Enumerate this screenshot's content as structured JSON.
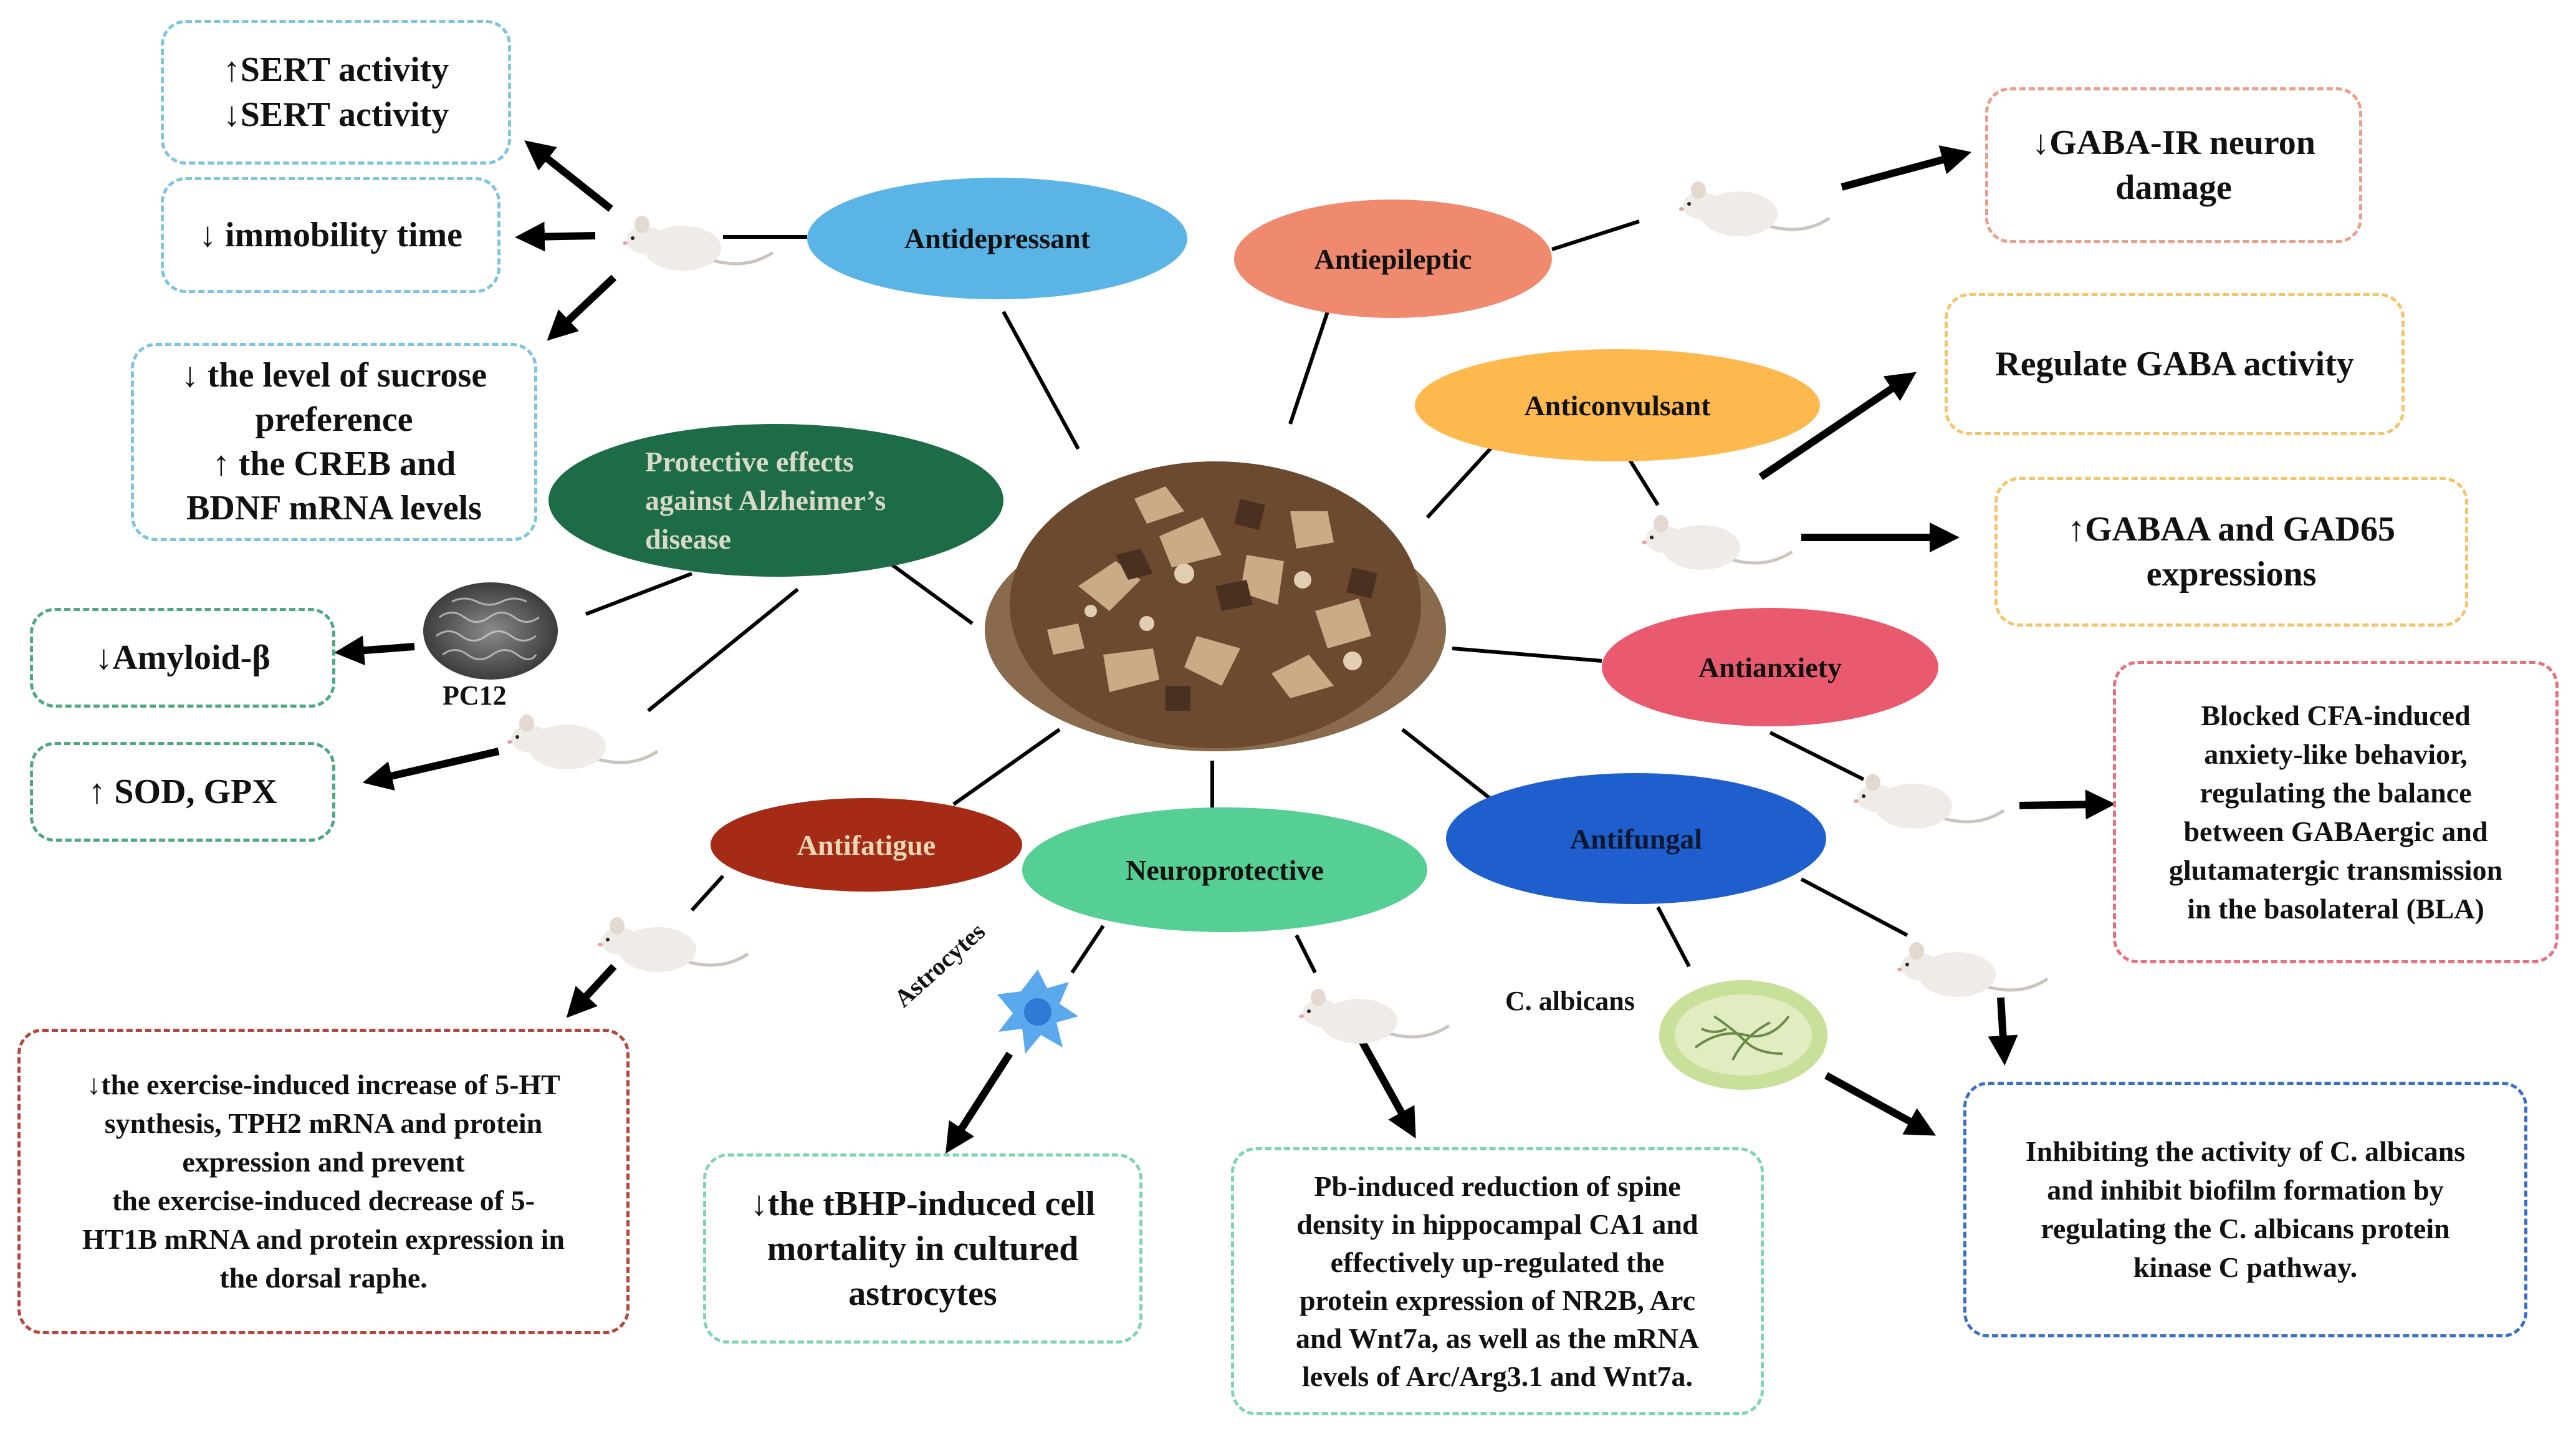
{
  "center": {
    "icon": "dried-root-slices-bowl"
  },
  "effects": {
    "antidepressant": "Antidepressant",
    "antiepileptic": "Antiepileptic",
    "anticonvulsant": "Anticonvulsant",
    "alzheimers": [
      "Protective effects",
      "against Alzheimer’s",
      "disease"
    ],
    "antianxiety": "Antianxiety",
    "antifungal": "Antifungal",
    "antifatigue": "Antifatigue",
    "neuroprotective": "Neuroprotective"
  },
  "labels": {
    "pc12": "PC12",
    "astrocytes": "Astrocytes",
    "c_albicans": "C. albicans"
  },
  "boxes": {
    "sert": [
      "↑SERT activity",
      "↓SERT activity"
    ],
    "immobility": [
      "↓ immobility time"
    ],
    "sucrose": [
      "↓ the level of sucrose",
      "preference",
      "↑ the CREB and",
      "BDNF mRNA levels"
    ],
    "amyloid": [
      "↓Amyloid-β"
    ],
    "sod": [
      "↑ SOD, GPX"
    ],
    "gaba_ir": [
      "↓GABA-IR neuron",
      "damage"
    ],
    "gaba_activity": [
      "Regulate GABA activity"
    ],
    "gabaa": [
      "↑GABAA and GAD65",
      "expressions"
    ],
    "cfa": [
      "Blocked CFA-induced",
      "anxiety-like behavior,",
      "regulating the balance",
      "between GABAergic and",
      "glutamatergic transmission",
      "in the basolateral (BLA)"
    ],
    "fatigue": [
      "↓the exercise-induced increase of 5-HT",
      "synthesis, TPH2 mRNA and protein",
      "expression and prevent",
      "the exercise-induced decrease of 5-",
      "HT1B mRNA and protein expression in",
      "the dorsal raphe."
    ],
    "tbhp": [
      "↓the tBHP-induced cell",
      "mortality in cultured",
      "astrocytes"
    ],
    "pb": [
      "Pb-induced reduction of spine",
      "density in hippocampal CA1 and",
      "effectively up-regulated the",
      "protein expression of NR2B, Arc",
      "and Wnt7a, as well as the mRNA",
      "levels of Arc/Arg3.1 and Wnt7a."
    ],
    "calbicans": [
      "Inhibiting the activity of C. albicans",
      "and inhibit biofilm formation by",
      "regulating the C. albicans protein",
      "kinase C pathway."
    ]
  },
  "colors": {
    "antidepressant": "#5ab4e5",
    "antiepileptic": "#ef8a6e",
    "anticonvulsant": "#fdb94d",
    "alzheimers": "#1d6b47",
    "antianxiety": "#ea5a6e",
    "antifungal": "#1f5fcd",
    "antifatigue": "#a52b17",
    "neuroprotective": "#55cf93",
    "border_blue": "#7fc4e0",
    "border_green": "#4ea882",
    "border_salmon": "#e8a08c",
    "border_orange": "#f5c46a",
    "border_pink": "#e8707e",
    "border_red": "#b5463b",
    "border_mint": "#7dd6b0",
    "border_darkblue": "#3a6fc4"
  }
}
